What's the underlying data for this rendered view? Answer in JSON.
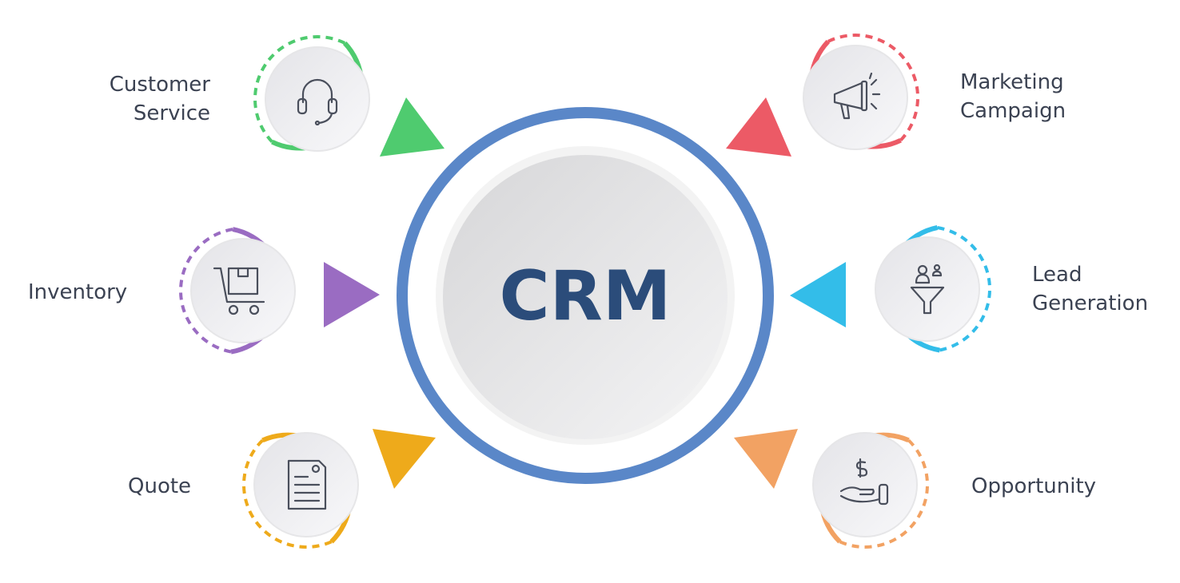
{
  "center": {
    "label": "CRM",
    "ring_color": "#5a87c8",
    "text_color": "#2b4c7a"
  },
  "nodes": [
    {
      "id": "customer-service",
      "lines": [
        "Customer",
        "Service"
      ],
      "color": "#4fcb6f",
      "icon": "headset-icon"
    },
    {
      "id": "marketing-campaign",
      "lines": [
        "Marketing",
        "Campaign"
      ],
      "color": "#ec5a66",
      "icon": "megaphone-icon"
    },
    {
      "id": "inventory",
      "lines": [
        "Inventory"
      ],
      "color": "#9a6cc2",
      "icon": "cart-icon"
    },
    {
      "id": "lead-generation",
      "lines": [
        "Lead",
        "Generation"
      ],
      "color": "#33bde9",
      "icon": "funnel-icon"
    },
    {
      "id": "quote",
      "lines": [
        "Quote"
      ],
      "color": "#eeaa1b",
      "icon": "document-icon"
    },
    {
      "id": "opportunity",
      "lines": [
        "Opportunity"
      ],
      "color": "#f2a263",
      "icon": "money-hand-icon"
    }
  ]
}
